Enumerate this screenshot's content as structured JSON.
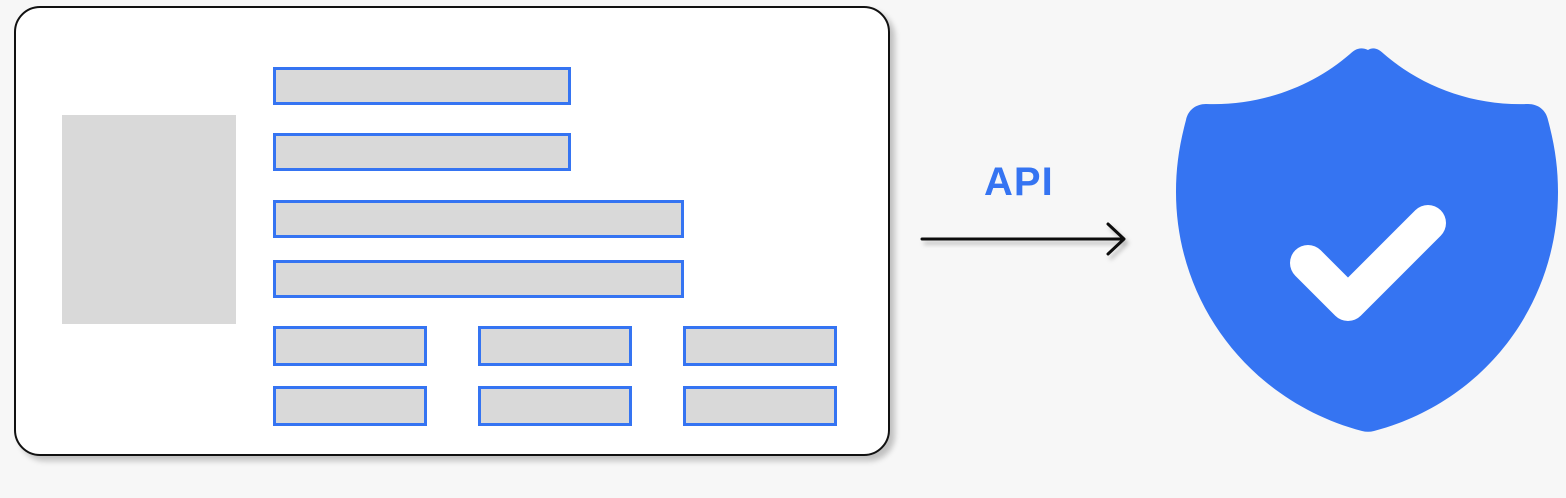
{
  "diagram": {
    "connector_label": "API",
    "colors": {
      "accent": "#3574f2",
      "field_fill": "#d9d9d9",
      "card_border": "#111111",
      "background": "#f7f7f7"
    },
    "document_card": {
      "fields": [
        "name-line-1",
        "name-line-2",
        "address-line-1",
        "address-line-2",
        "detail-1",
        "detail-2",
        "detail-3",
        "detail-4",
        "detail-5",
        "detail-6"
      ]
    },
    "verification_icon": "shield-check-icon",
    "arrow_icon": "arrow-right-icon"
  }
}
